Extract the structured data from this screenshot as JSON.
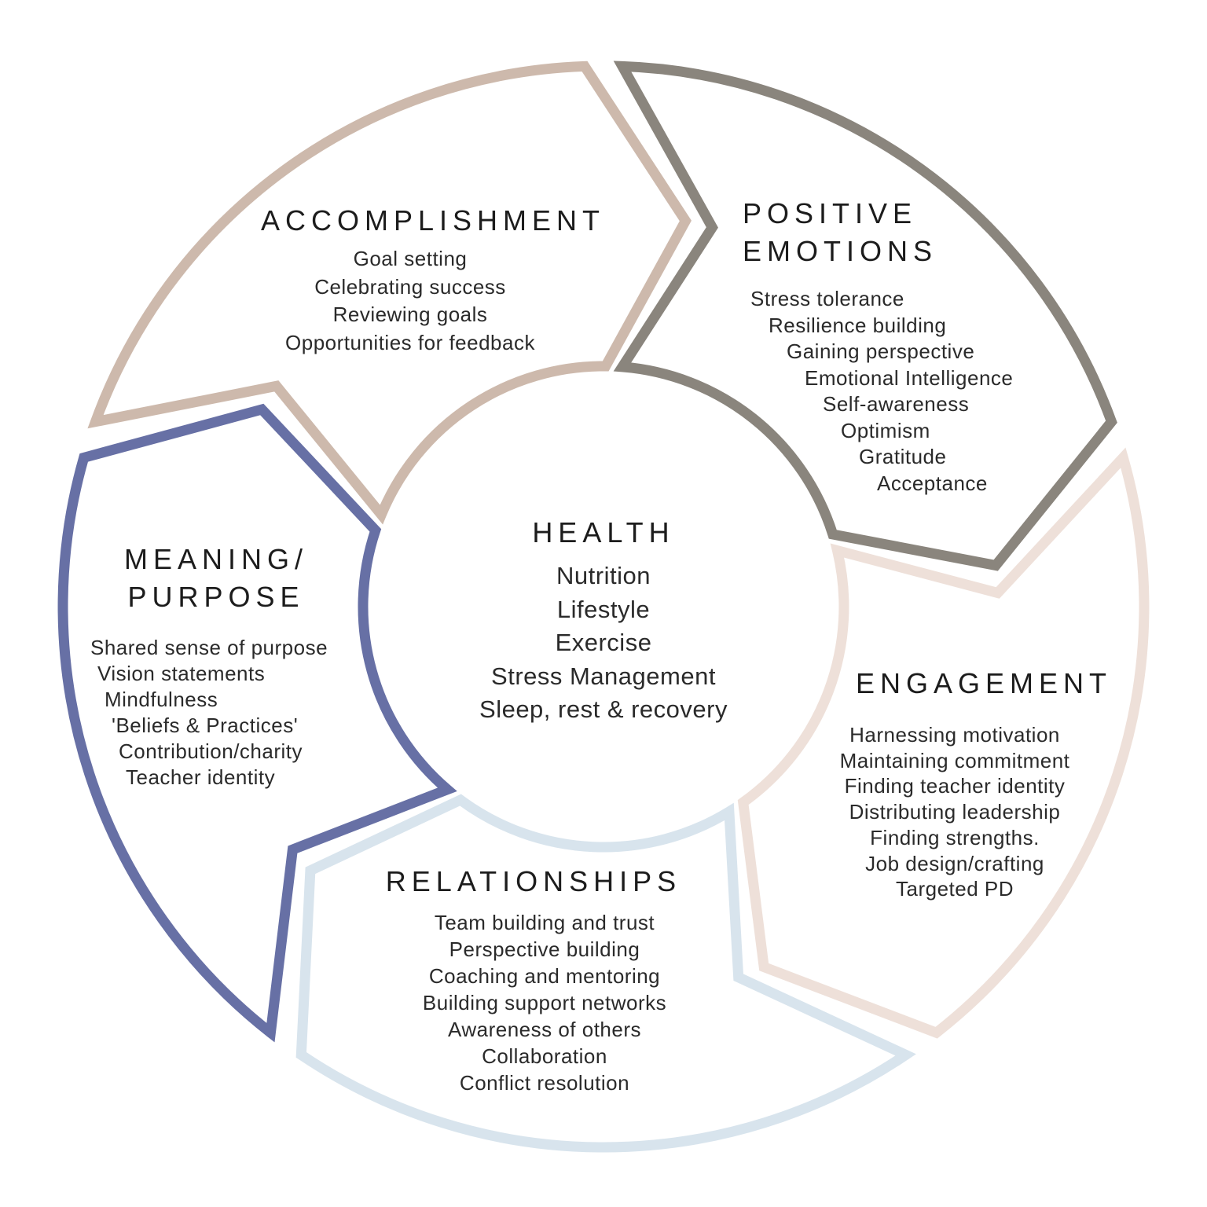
{
  "diagram_title": "HEALTH",
  "center": {
    "heading": "HEALTH",
    "items": [
      "Nutrition",
      "Lifestyle",
      "Exercise",
      "Stress Management",
      "Sleep, rest & recovery"
    ]
  },
  "segments": [
    {
      "id": "positive-emotions",
      "heading_lines": [
        "POSITIVE",
        "EMOTIONS"
      ],
      "color": "#8a857d",
      "items": [
        "Stress tolerance",
        "Resilience building",
        "Gaining perspective",
        "Emotional Intelligence",
        "Self-awareness",
        "Optimism",
        "Gratitude",
        "Acceptance"
      ]
    },
    {
      "id": "engagement",
      "heading_lines": [
        "ENGAGEMENT"
      ],
      "color": "#eee0d9",
      "items": [
        "Harnessing motivation",
        "Maintaining commitment",
        "Finding teacher identity",
        "Distributing leadership",
        "Finding strengths.",
        "Job design/crafting",
        "Targeted PD"
      ]
    },
    {
      "id": "relationships",
      "heading_lines": [
        "RELATIONSHIPS"
      ],
      "color": "#d8e4ed",
      "items": [
        "Team building and trust",
        "Perspective building",
        "Coaching and mentoring",
        "Building support networks",
        "Awareness of others",
        "Collaboration",
        "Conflict resolution"
      ]
    },
    {
      "id": "meaning-purpose",
      "heading_lines": [
        "MEANING/",
        "PURPOSE"
      ],
      "color": "#6770a5",
      "items": [
        "Shared sense of purpose",
        "Vision statements",
        "Mindfulness",
        "'Beliefs & Practices'",
        "Contribution/charity",
        "Teacher identity"
      ]
    },
    {
      "id": "accomplishment",
      "heading_lines": [
        "ACCOMPLISHMENT"
      ],
      "color": "#cdb9ac",
      "items": [
        "Goal setting",
        "Celebrating success",
        "Reviewing goals",
        "Opportunities for feedback"
      ]
    }
  ],
  "text_color": "#2a2a2a",
  "background_color": "#ffffff"
}
